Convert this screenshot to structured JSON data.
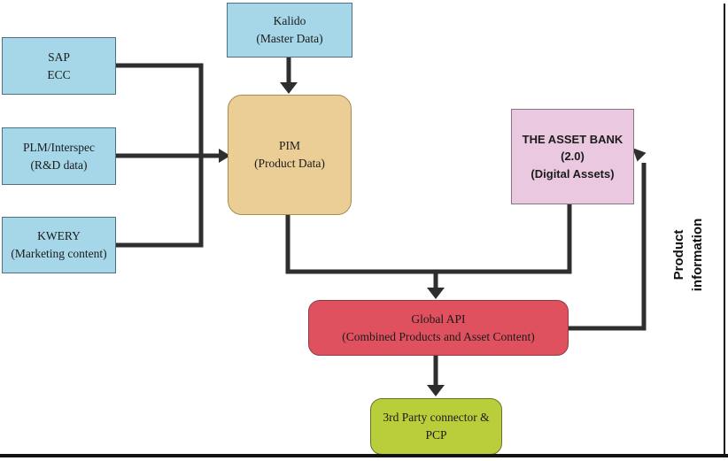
{
  "nodes": {
    "sap": {
      "label": "SAP\nECC"
    },
    "plm": {
      "label": "PLM/Interspec\n(R&D data)"
    },
    "kwery": {
      "label": "KWERY\n(Marketing content)"
    },
    "kalido": {
      "label": "Kalido\n(Master Data)"
    },
    "pim": {
      "label": "PIM\n(Product Data)"
    },
    "asset_bank": {
      "label": "THE ASSET BANK\n(2.0)\n(Digital Assets)"
    },
    "global_api": {
      "label": "Global API\n(Combined Products and Asset Content)"
    },
    "third_party": {
      "label": "3rd Party connector &\nPCP"
    }
  },
  "annotations": {
    "product_information": "Product\ninformation"
  },
  "edges": [
    {
      "from": "SAP ECC",
      "to": "PIM"
    },
    {
      "from": "PLM/Interspec (R&D data)",
      "to": "PIM"
    },
    {
      "from": "KWERY (Marketing content)",
      "to": "PIM"
    },
    {
      "from": "Kalido (Master Data)",
      "to": "PIM"
    },
    {
      "from": "PIM",
      "to": "Global API"
    },
    {
      "from": "THE ASSET BANK (2.0)",
      "to": "Global API"
    },
    {
      "from": "Global API",
      "to": "THE ASSET BANK (2.0)",
      "label": "Product information"
    },
    {
      "from": "Global API",
      "to": "3rd Party connector & PCP"
    }
  ],
  "colors": {
    "source_blue": "#a6d7e8",
    "pim_tan": "#ebcd96",
    "asset_pink": "#eac9e0",
    "api_red": "#e05160",
    "connector_green": "#bacd3b",
    "arrow_dark": "#2e2e2e",
    "rule_black": "#121212"
  }
}
